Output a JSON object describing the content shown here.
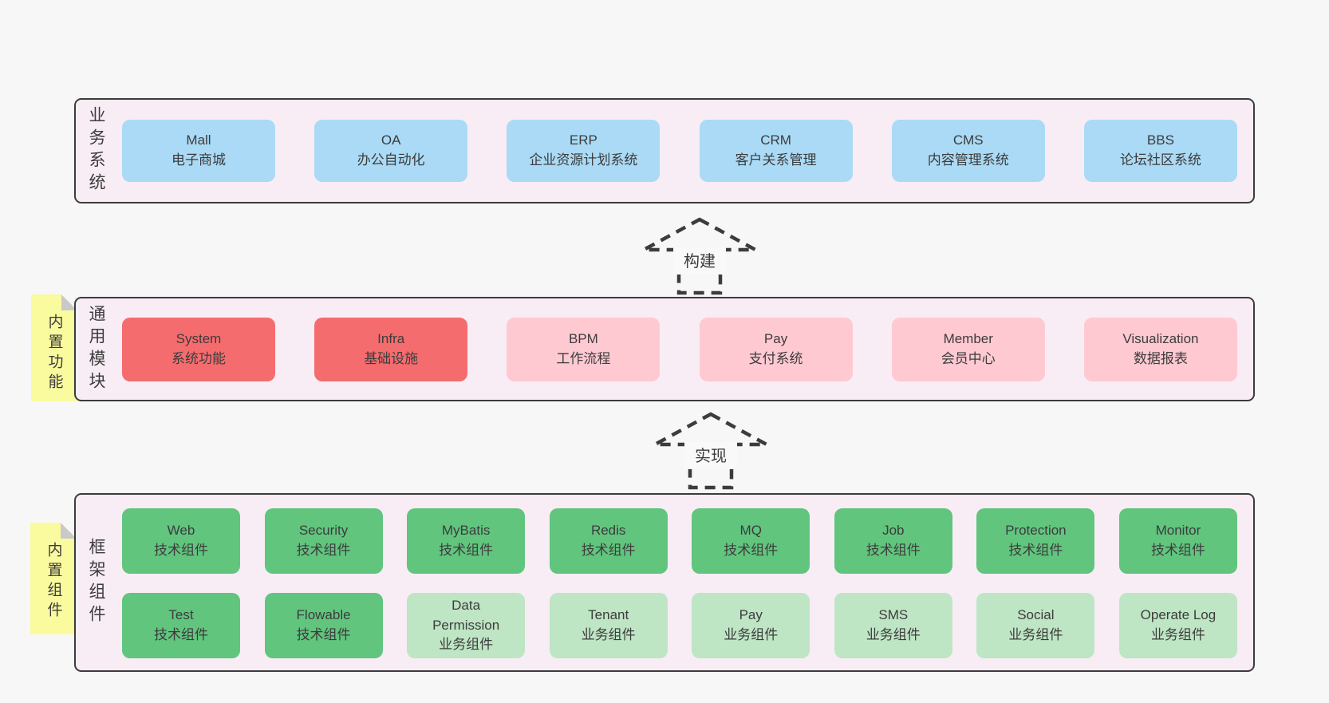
{
  "colors": {
    "page": "#f7f7f7",
    "panel": "#f8edf5",
    "border": "#3c3c3c",
    "text": "#3c3c3c",
    "blue": "#aadaf5",
    "red": "#f56c6e",
    "pink": "#ffc9d2",
    "green": "#61c57e",
    "green_light": "#bee5c4",
    "sticky": "#fafa9e",
    "fold": "#c9c9c9",
    "label_bg": "#f9f9f9"
  },
  "sections": {
    "business": {
      "side_label": "业务系统",
      "boxes": [
        {
          "name": "Mall",
          "subtitle": "电子商城"
        },
        {
          "name": "OA",
          "subtitle": "办公自动化"
        },
        {
          "name": "ERP",
          "subtitle": "企业资源计划系统"
        },
        {
          "name": "CRM",
          "subtitle": "客户关系管理"
        },
        {
          "name": "CMS",
          "subtitle": "内容管理系统"
        },
        {
          "name": "BBS",
          "subtitle": "论坛社区系统"
        }
      ]
    },
    "common": {
      "side_label": "通用模块",
      "sticky_label": "内置功能",
      "boxes": [
        {
          "name": "System",
          "subtitle": "系统功能"
        },
        {
          "name": "Infra",
          "subtitle": "基础设施"
        },
        {
          "name": "BPM",
          "subtitle": "工作流程"
        },
        {
          "name": "Pay",
          "subtitle": "支付系统"
        },
        {
          "name": "Member",
          "subtitle": "会员中心"
        },
        {
          "name": "Visualization",
          "subtitle": "数据报表"
        }
      ]
    },
    "framework": {
      "side_label": "框架组件",
      "sticky_label": "内置组件",
      "row1": [
        {
          "name": "Web",
          "subtitle": "技术组件"
        },
        {
          "name": "Security",
          "subtitle": "技术组件"
        },
        {
          "name": "MyBatis",
          "subtitle": "技术组件"
        },
        {
          "name": "Redis",
          "subtitle": "技术组件"
        },
        {
          "name": "MQ",
          "subtitle": "技术组件"
        },
        {
          "name": "Job",
          "subtitle": "技术组件"
        },
        {
          "name": "Protection",
          "subtitle": "技术组件"
        },
        {
          "name": "Monitor",
          "subtitle": "技术组件"
        }
      ],
      "row2": [
        {
          "name": "Test",
          "subtitle": "技术组件"
        },
        {
          "name": "Flowable",
          "subtitle": "技术组件"
        },
        {
          "name": "Data\nPermission",
          "subtitle": "业务组件"
        },
        {
          "name": "Tenant",
          "subtitle": "业务组件"
        },
        {
          "name": "Pay",
          "subtitle": "业务组件"
        },
        {
          "name": "SMS",
          "subtitle": "业务组件"
        },
        {
          "name": "Social",
          "subtitle": "业务组件"
        },
        {
          "name": "Operate Log",
          "subtitle": "业务组件"
        }
      ]
    }
  },
  "arrows": {
    "build": {
      "label": "构建"
    },
    "implement": {
      "label": "实现"
    }
  }
}
